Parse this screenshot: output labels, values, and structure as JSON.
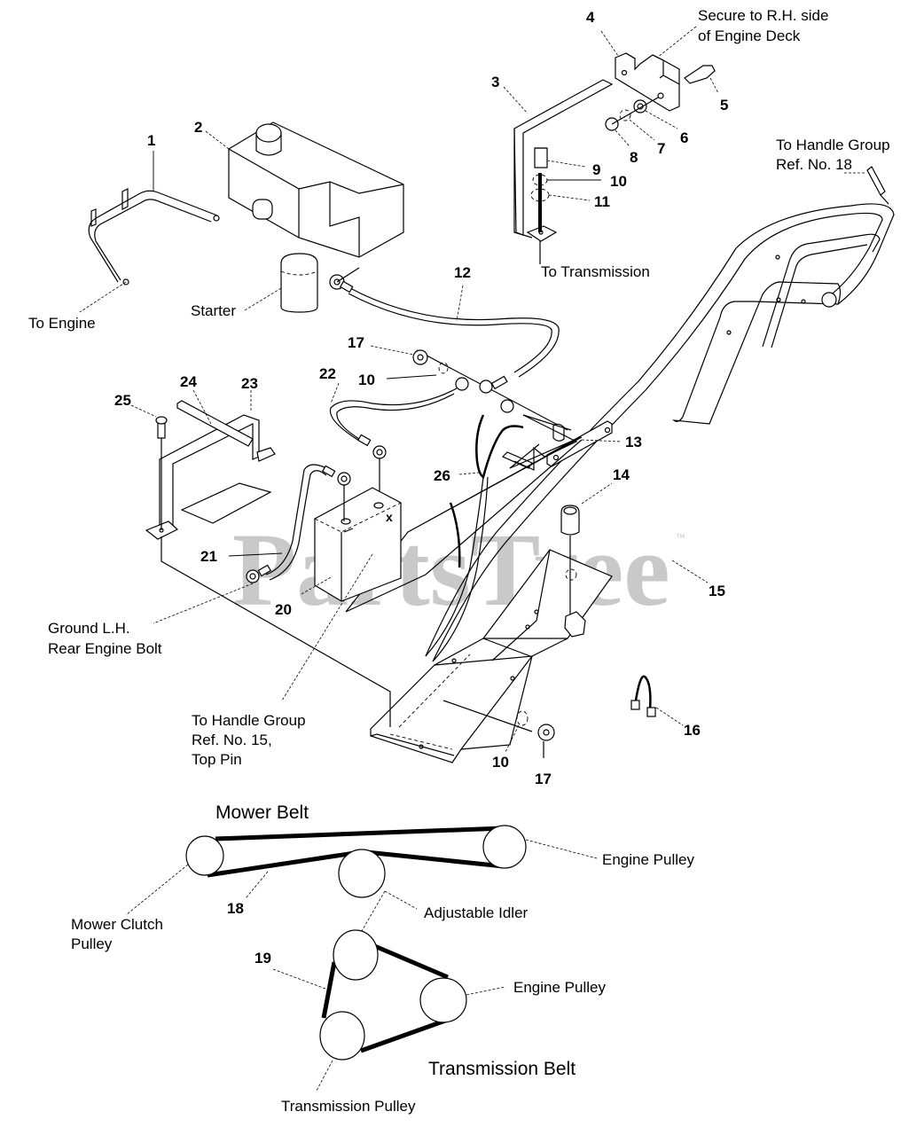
{
  "diagram": {
    "watermark": "PartsTree",
    "watermark_tm": "™",
    "part_numbers": {
      "p1": "1",
      "p2": "2",
      "p3": "3",
      "p4": "4",
      "p5": "5",
      "p6": "6",
      "p7": "7",
      "p8": "8",
      "p9": "9",
      "p10a": "10",
      "p11": "11",
      "p12": "12",
      "p13": "13",
      "p14": "14",
      "p15": "15",
      "p16": "16",
      "p17a": "17",
      "p10b": "10",
      "p22": "22",
      "p24": "24",
      "p23": "23",
      "p25": "25",
      "p26": "26",
      "p21": "21",
      "p20": "20",
      "p10c": "10",
      "p17b": "17",
      "p18": "18",
      "p19": "19"
    },
    "callouts": {
      "secure_line1": "Secure to R.H. side",
      "secure_line2": "of Engine Deck",
      "handle18_line1": "To Handle Group",
      "handle18_line2": "Ref. No. 18",
      "to_transmission": "To Transmission",
      "to_engine": "To Engine",
      "starter": "Starter",
      "ground_line1": "Ground L.H.",
      "ground_line2": "Rear Engine Bolt",
      "handle15_line1": "To Handle Group",
      "handle15_line2": "Ref. No. 15,",
      "handle15_line3": "Top Pin"
    },
    "belts": {
      "mower_belt_title": "Mower Belt",
      "transmission_belt_title": "Transmission Belt",
      "engine_pulley_top": "Engine Pulley",
      "mower_clutch_line1": "Mower Clutch",
      "mower_clutch_line2": "Pulley",
      "adjustable_idler": "Adjustable Idler",
      "engine_pulley_bottom": "Engine Pulley",
      "transmission_pulley": "Transmission Pulley"
    }
  }
}
